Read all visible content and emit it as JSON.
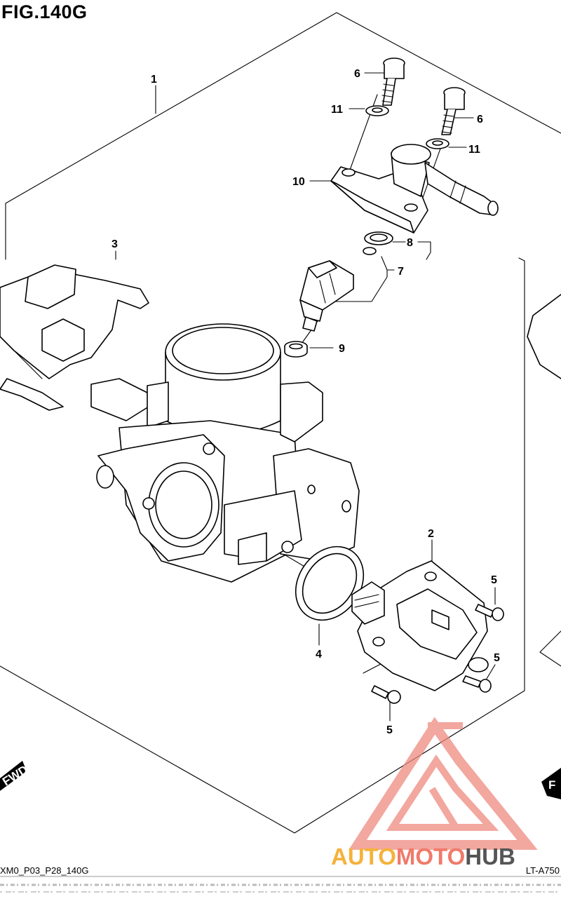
{
  "figure": {
    "title": "FIG.140G",
    "footer_left": "XM0_P03_P28_140G",
    "footer_right": "LT-A750"
  },
  "callouts": [
    {
      "id": "1",
      "text": "1"
    },
    {
      "id": "2",
      "text": "2"
    },
    {
      "id": "3",
      "text": "3"
    },
    {
      "id": "4",
      "text": "4"
    },
    {
      "id": "5a",
      "text": "5"
    },
    {
      "id": "5b",
      "text": "5"
    },
    {
      "id": "5c",
      "text": "5"
    },
    {
      "id": "6a",
      "text": "6"
    },
    {
      "id": "6b",
      "text": "6"
    },
    {
      "id": "7",
      "text": "7"
    },
    {
      "id": "8",
      "text": "8"
    },
    {
      "id": "9",
      "text": "9"
    },
    {
      "id": "10",
      "text": "10"
    },
    {
      "id": "11a",
      "text": "11"
    },
    {
      "id": "11b",
      "text": "11"
    }
  ],
  "badges": {
    "fwd_left": "FWD",
    "fwd_right": "F"
  },
  "watermark": {
    "text_a": "AUTO",
    "text_b": "MOTO",
    "text_c": "HUB",
    "color_a": "#f5b23a",
    "color_b": "#f07a6a",
    "color_c": "#555555"
  }
}
